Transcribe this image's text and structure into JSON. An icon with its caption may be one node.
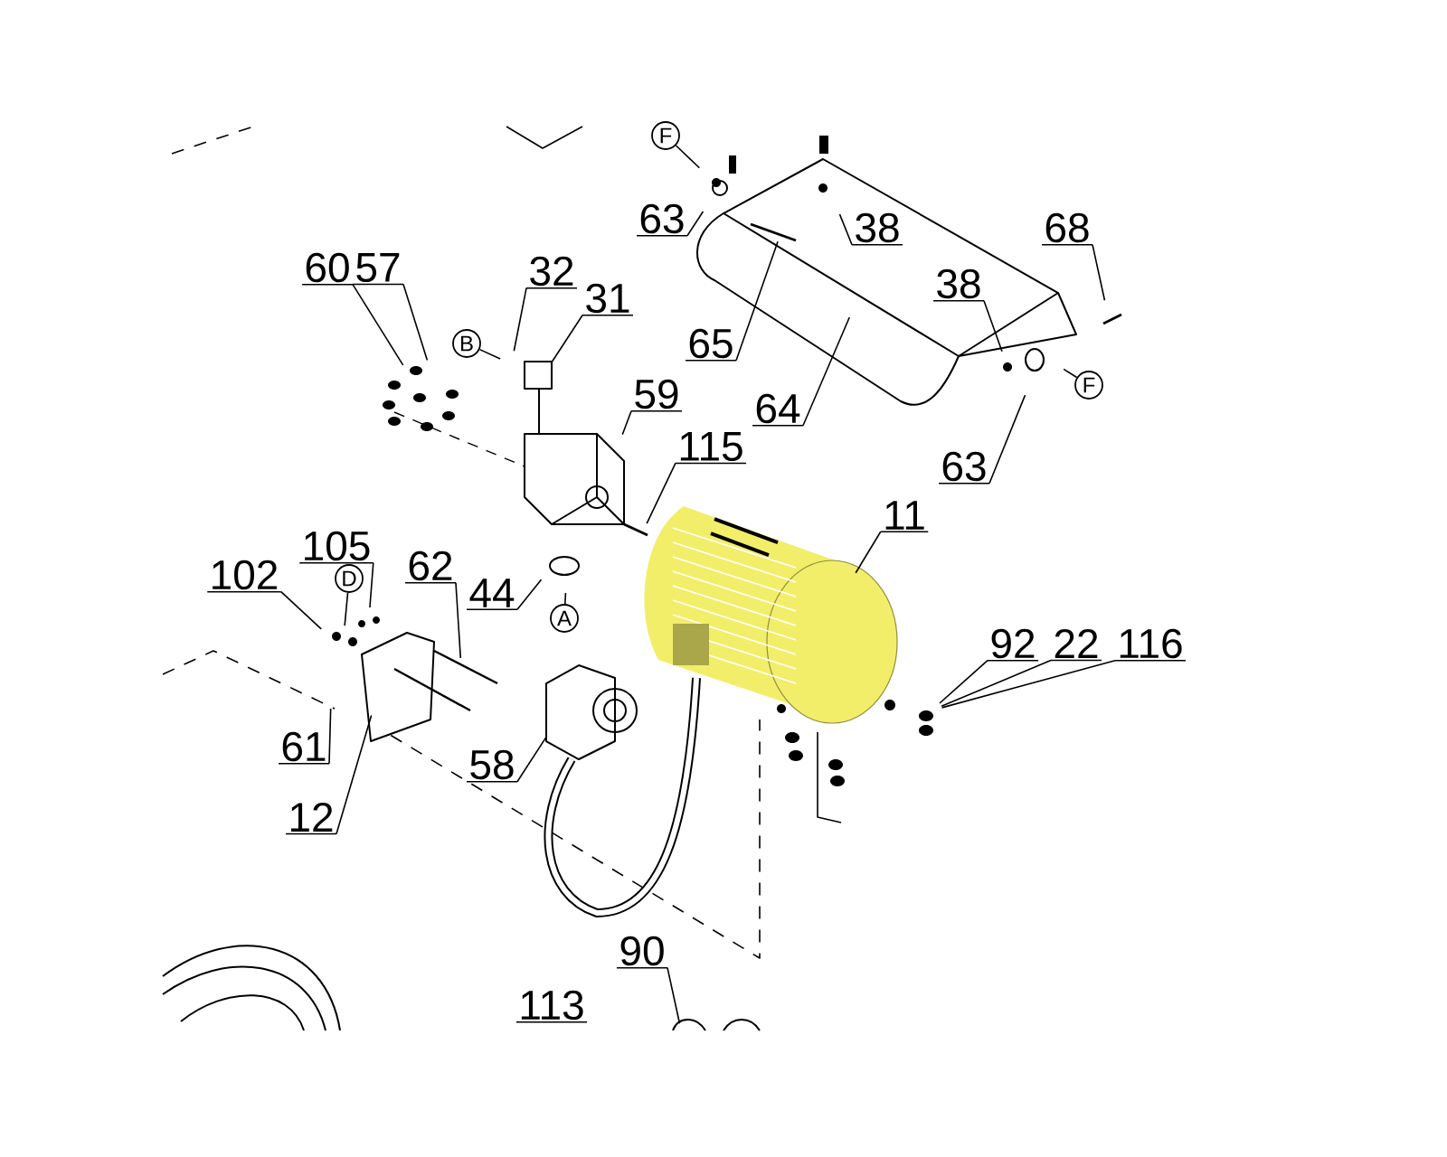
{
  "diagram": {
    "nodes": [
      {
        "text": [
          "60"
        ]
      },
      {
        "text": [
          "57"
        ]
      },
      {
        "text": [
          "32"
        ]
      },
      {
        "text": [
          "31"
        ]
      },
      {
        "text": [
          "63"
        ]
      },
      {
        "text": [
          "F"
        ]
      },
      {
        "text": [
          "38"
        ]
      },
      {
        "text": [
          "68"
        ]
      },
      {
        "text": [
          "38"
        ]
      },
      {
        "text": [
          "65"
        ]
      },
      {
        "text": [
          "64"
        ]
      },
      {
        "text": [
          "63"
        ]
      },
      {
        "text": [
          "F"
        ]
      },
      {
        "text": [
          "B"
        ]
      },
      {
        "text": [
          "59"
        ]
      },
      {
        "text": [
          "115"
        ]
      },
      {
        "text": [
          "11"
        ]
      },
      {
        "text": [
          "92"
        ]
      },
      {
        "text": [
          "22"
        ]
      },
      {
        "text": [
          "116"
        ]
      },
      {
        "text": [
          "105"
        ]
      },
      {
        "text": [
          "D"
        ]
      },
      {
        "text": [
          "102"
        ]
      },
      {
        "text": [
          "62"
        ]
      },
      {
        "text": [
          "44"
        ]
      },
      {
        "text": [
          "A"
        ]
      },
      {
        "text": [
          "61"
        ]
      },
      {
        "text": [
          "12"
        ]
      },
      {
        "text": [
          "58"
        ]
      },
      {
        "text": [
          "90"
        ]
      },
      {
        "text": [
          "113"
        ]
      }
    ],
    "edges": [
      {
        "from": 0,
        "to": null,
        "arrow": "none"
      },
      {
        "from": 1,
        "to": null,
        "arrow": "none"
      },
      {
        "from": 2,
        "to": null,
        "arrow": "none"
      },
      {
        "from": 3,
        "to": null,
        "arrow": "none"
      },
      {
        "from": 4,
        "to": null,
        "arrow": "none"
      },
      {
        "from": 5,
        "to": null,
        "arrow": "none"
      },
      {
        "from": 6,
        "to": null,
        "arrow": "none"
      },
      {
        "from": 7,
        "to": null,
        "arrow": "none"
      },
      {
        "from": 8,
        "to": null,
        "arrow": "none"
      },
      {
        "from": 9,
        "to": null,
        "arrow": "none"
      },
      {
        "from": 10,
        "to": null,
        "arrow": "none"
      },
      {
        "from": 11,
        "to": null,
        "arrow": "none"
      },
      {
        "from": 12,
        "to": null,
        "arrow": "none"
      },
      {
        "from": 13,
        "to": null,
        "arrow": "none"
      },
      {
        "from": 14,
        "to": null,
        "arrow": "none"
      },
      {
        "from": 15,
        "to": null,
        "arrow": "none"
      },
      {
        "from": 16,
        "to": null,
        "arrow": "none"
      },
      {
        "from": 17,
        "to": null,
        "arrow": "none"
      },
      {
        "from": 18,
        "to": null,
        "arrow": "none"
      },
      {
        "from": 19,
        "to": null,
        "arrow": "none"
      },
      {
        "from": 20,
        "to": null,
        "arrow": "none"
      },
      {
        "from": 21,
        "to": null,
        "arrow": "none"
      },
      {
        "from": 22,
        "to": null,
        "arrow": "none"
      },
      {
        "from": 23,
        "to": null,
        "arrow": "none"
      },
      {
        "from": 24,
        "to": null,
        "arrow": "none"
      },
      {
        "from": 25,
        "to": null,
        "arrow": "none"
      },
      {
        "from": 26,
        "to": null,
        "arrow": "none"
      },
      {
        "from": 27,
        "to": null,
        "arrow": "none"
      },
      {
        "from": 28,
        "to": null,
        "arrow": "none"
      },
      {
        "from": 29,
        "to": null,
        "arrow": "none"
      }
    ]
  }
}
